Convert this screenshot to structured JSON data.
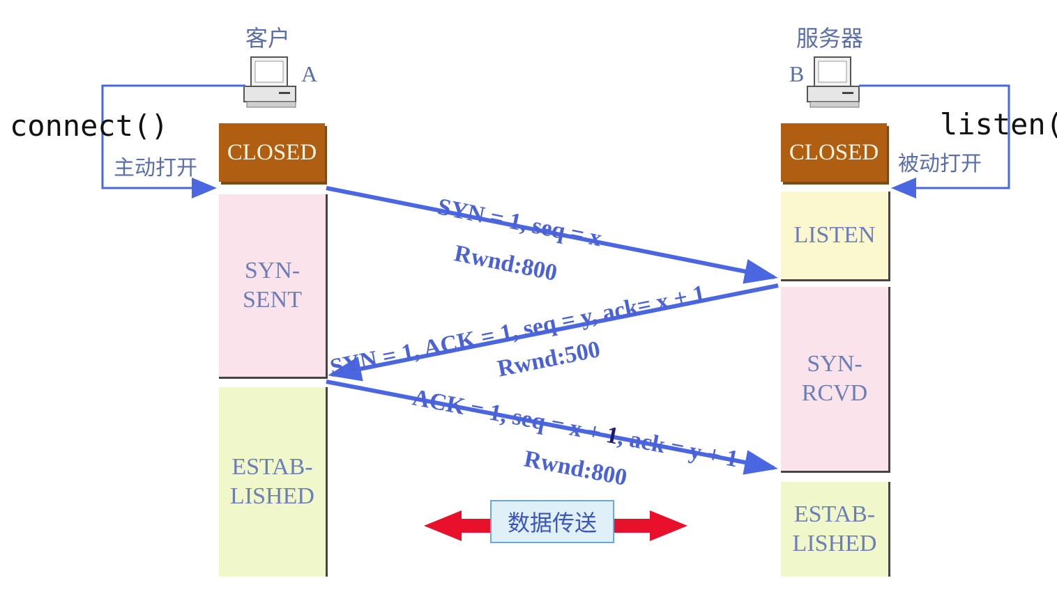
{
  "client": {
    "title": "客户",
    "letter": "A",
    "call": "connect()",
    "open_label": "主动打开"
  },
  "server": {
    "title": "服务器",
    "letter": "B",
    "call": "listen()",
    "open_label": "被动打开"
  },
  "client_states": [
    "CLOSED",
    "SYN-\nSENT",
    "ESTAB-\nLISHED"
  ],
  "server_states": [
    "CLOSED",
    "LISTEN",
    "SYN-\nRCVD",
    "ESTAB-\nLISHED"
  ],
  "messages": [
    {
      "text": "SYN = 1, seq = x",
      "window": "Rwnd:800"
    },
    {
      "text": "SYN = 1, ACK = 1, seq = y, ack= x + 1",
      "window": "Rwnd:500"
    },
    {
      "text_a": "ACK = 1, seq = x + ",
      "text_b": "1",
      "text_c": ", ack = y + 1",
      "window": "Rwnd:800"
    }
  ],
  "data_transfer": "数据传送",
  "colors": {
    "arrow": "#4a66e0",
    "closed": "#b05e12",
    "data_arrow": "#e8102a"
  }
}
